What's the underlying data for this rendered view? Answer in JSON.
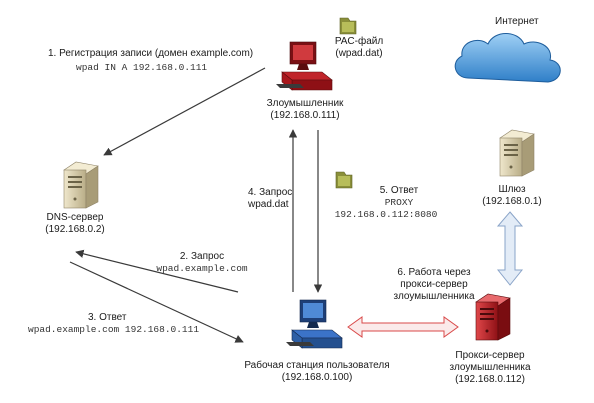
{
  "internet": {
    "label": "Интернет"
  },
  "attacker": {
    "name": "Злоумышленник",
    "ip": "(192.168.0.111)"
  },
  "pac": {
    "line1": "PAC-файл",
    "line2": "(wpad.dat)"
  },
  "dns": {
    "name": "DNS-сервер",
    "ip": "(192.168.0.2)"
  },
  "gateway": {
    "name": "Шлюз",
    "ip": "(192.168.0.1)"
  },
  "workstation": {
    "name": "Рабочая станция пользователя",
    "ip": "(192.168.0.100)"
  },
  "proxy": {
    "line1": "Прокси-сервер",
    "line2": "злоумышленника",
    "ip": "(192.168.0.112)"
  },
  "steps": {
    "s1_title": "1. Регистрация записи (домен example.com)",
    "s1_code": "wpad IN A 192.168.0.111",
    "s2_title": "2. Запрос",
    "s2_code": "wpad.example.com",
    "s3_title": "3. Ответ",
    "s3_code": "wpad.example.com 192.168.0.111",
    "s4_title": "4. Запрос",
    "s4_code": "wpad.dat",
    "s5_title": "5. Ответ",
    "s5_code1": "PROXY",
    "s5_code2": "192.168.0.112:8080",
    "s6_line1": "6. Работа через",
    "s6_line2": "прокси-сервер",
    "s6_line3": "злоумышленника"
  },
  "colors": {
    "arrow": "#3a3a3a",
    "double_arrow_fill": "#e3ecf7",
    "double_arrow_stroke": "#8aa4c8",
    "red_arrow_stroke": "#d94a4a",
    "server_beige": "#d9cfae",
    "attacker_red": "#c0242a",
    "workstation_blue": "#3b73c8",
    "cloud": "#5aa0dc",
    "folder": "#8a8f3a"
  }
}
